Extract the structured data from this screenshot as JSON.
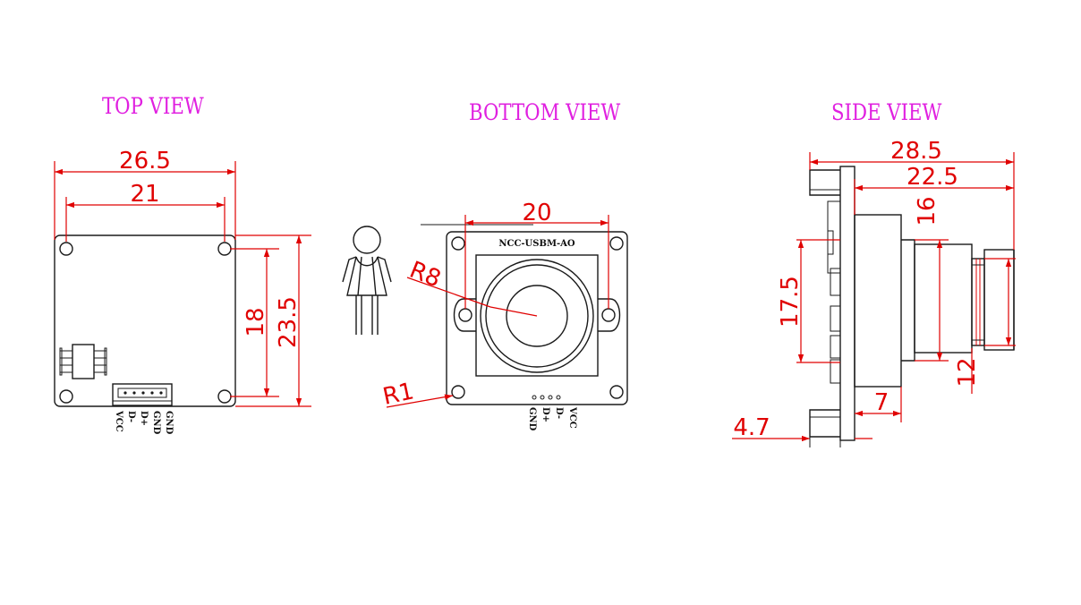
{
  "colors": {
    "title": "#e020e0",
    "dimension": "#e00000",
    "outline": "#1a1a1a"
  },
  "views": {
    "top": {
      "title": "TOP VIEW",
      "dims": {
        "width_outer": "26.5",
        "width_holes": "21",
        "height_holes": "18",
        "height_outer": "23.5"
      },
      "pins": [
        "VCC",
        "D-",
        "D+",
        "GND",
        "GND"
      ]
    },
    "bottom": {
      "title": "BOTTOM VIEW",
      "model": "NCC-USBM-AO",
      "dims": {
        "hole_spacing": "20",
        "lens_radius": "R8",
        "corner_radius": "R1"
      },
      "pins": [
        "GND",
        "D+",
        "D-",
        "VCC"
      ],
      "figure_icon": "person-icon"
    },
    "side": {
      "title": "SIDE VIEW",
      "dims": {
        "total_length": "28.5",
        "lens_length": "22.5",
        "body_height": "16",
        "board_height": "17.5",
        "lens_diameter": "12",
        "connector_length": "7",
        "connector_offset": "4.7"
      }
    }
  }
}
